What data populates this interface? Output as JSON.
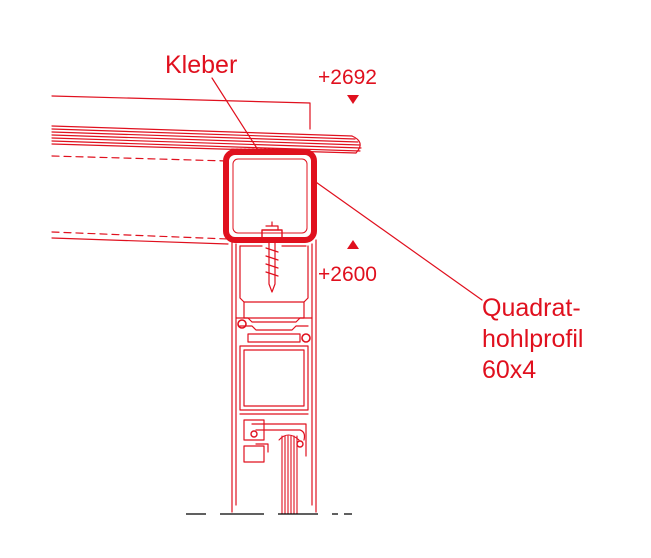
{
  "labels": {
    "kleber": "Kleber",
    "elev_top": "+2692",
    "elev_bottom": "+2600",
    "profile_line1": "Quadrat-",
    "profile_line2": "hohlprofil",
    "profile_line3": "60x4"
  },
  "colors": {
    "drawing": "#e0101e",
    "background": "#ffffff",
    "dash": "#000000"
  },
  "icons": {
    "elevation_top": "triangle-down-icon",
    "elevation_bottom": "triangle-up-icon",
    "fastener": "screw-icon"
  }
}
